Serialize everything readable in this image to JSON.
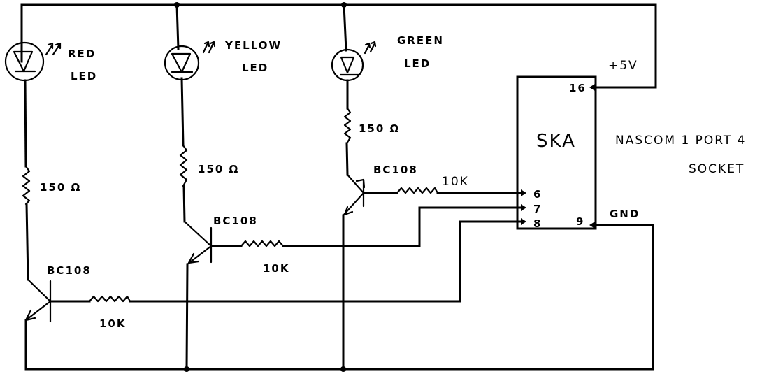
{
  "diagram": {
    "type": "hand-drawn circuit schematic",
    "background": "#ffffff",
    "ink": "#000000",
    "supply_label": "+5V",
    "ground_label": "GND",
    "connector": {
      "name": "SKA",
      "description_line1": "NASCOM 1  PORT 4",
      "description_line2": "SOCKET",
      "pins": {
        "vcc": "16",
        "gnd": "9",
        "in_a": "6",
        "in_b": "7",
        "in_c": "8"
      }
    },
    "channels": [
      {
        "id": "red",
        "led_label_line1": "RED",
        "led_label_line2": "LED",
        "collector_resistor": "150 Ω",
        "transistor": "BC108",
        "base_resistor": "10K",
        "driven_by_pin": "8"
      },
      {
        "id": "yellow",
        "led_label_line1": "YELLOW",
        "led_label_line2": "LED",
        "collector_resistor": "150 Ω",
        "transistor": "BC108",
        "base_resistor": "10K",
        "driven_by_pin": "7"
      },
      {
        "id": "green",
        "led_label_line1": "GREEN",
        "led_label_line2": "LED",
        "collector_resistor": "150 Ω",
        "transistor": "BC108",
        "base_resistor": "10K",
        "driven_by_pin": "6"
      }
    ]
  }
}
